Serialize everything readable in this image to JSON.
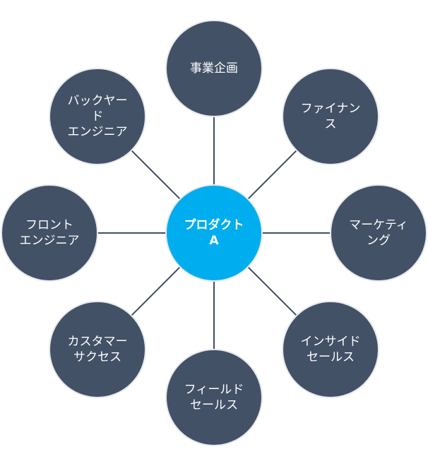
{
  "hub": {
    "lines": [
      "プロダクト",
      "A"
    ],
    "color": "#00adee"
  },
  "node_color": "#425166",
  "line_color": "#3f4d63",
  "nodes": [
    {
      "id": "jigyou-kikaku",
      "lines": [
        "事業企画"
      ]
    },
    {
      "id": "finance",
      "lines": [
        "ファイナン",
        "ス"
      ]
    },
    {
      "id": "marketing",
      "lines": [
        "マーケティ",
        "ング"
      ]
    },
    {
      "id": "inside-sales",
      "lines": [
        "インサイド",
        "セールス"
      ]
    },
    {
      "id": "field-sales",
      "lines": [
        "フィールド",
        "セールス"
      ]
    },
    {
      "id": "customer-success",
      "lines": [
        "カスタマー",
        "サクセス"
      ]
    },
    {
      "id": "front-engineer",
      "lines": [
        "フロント",
        "エンジニア"
      ]
    },
    {
      "id": "backyard-engineer",
      "lines": [
        "バックヤー",
        "ド",
        "エンジニア"
      ]
    }
  ]
}
